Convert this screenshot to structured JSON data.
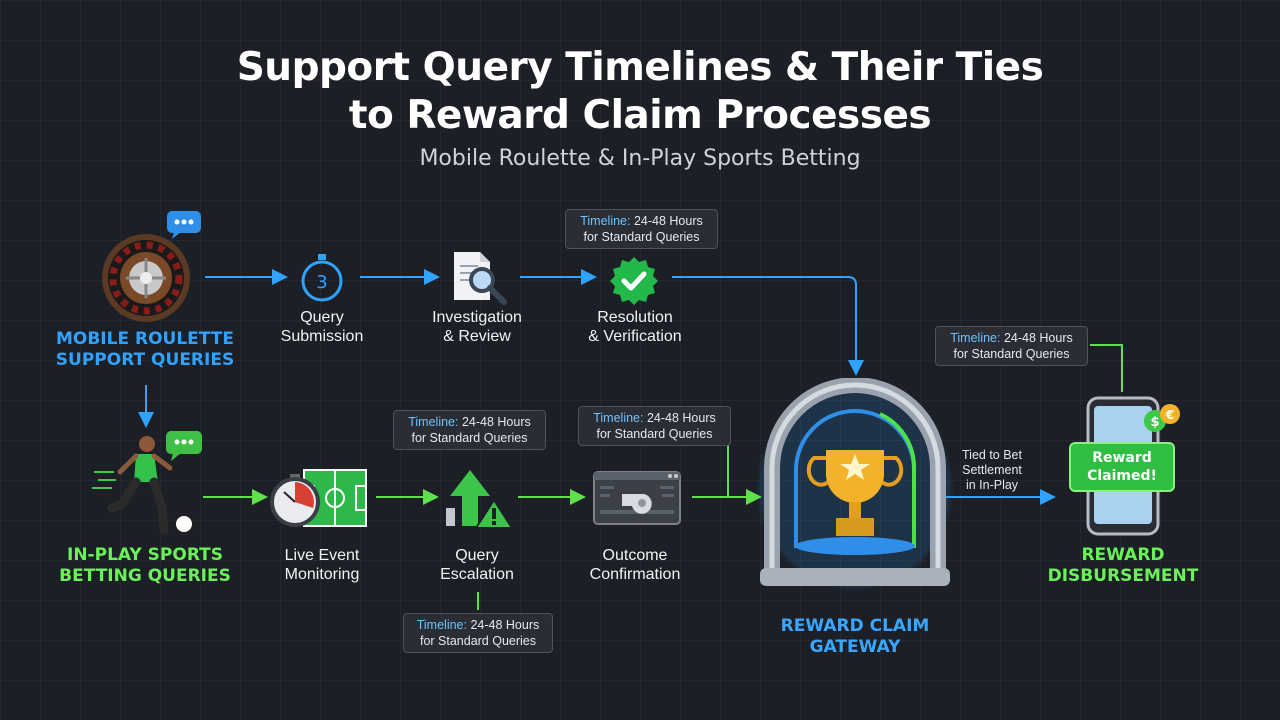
{
  "title_line1": "Support Query Timelines & Their Ties",
  "title_line2": "to Reward Claim Processes",
  "subtitle": "Mobile Roulette & In-Play Sports Betting",
  "roulette": {
    "heading_line1": "MOBILE ROULETTE",
    "heading_line2": "SUPPORT QUERIES",
    "steps": [
      {
        "line1": "Query",
        "line2": "Submission",
        "icon": "stopwatch-icon",
        "icon_text": "3"
      },
      {
        "line1": "Investigation",
        "line2": "& Review",
        "icon": "document-magnifier-icon"
      },
      {
        "line1": "Resolution",
        "line2": "& Verification",
        "icon": "check-badge-icon"
      }
    ]
  },
  "sports": {
    "heading_line1": "IN-PLAY SPORTS",
    "heading_line2": "BETTING QUERIES",
    "steps": [
      {
        "line1": "Live Event",
        "line2": "Monitoring",
        "icon": "stopwatch-field-icon"
      },
      {
        "line1": "Query",
        "line2": "Escalation",
        "icon": "escalation-warning-icon"
      },
      {
        "line1": "Outcome",
        "line2": "Confirmation",
        "icon": "whistle-screen-icon"
      }
    ]
  },
  "timeline_box": {
    "highlight": "Timeline:",
    "rest": " 24-48 Hours",
    "line2": "for Standard Queries"
  },
  "gateway": {
    "line1": "REWARD CLAIM",
    "line2": "GATEWAY",
    "icon": "trophy-icon"
  },
  "tie_note": {
    "line1": "Tied to Bet",
    "line2": "Settlement",
    "line3": "in In-Play"
  },
  "phone_badge": {
    "line1": "Reward",
    "line2": "Claimed!",
    "icon": "coins-icon"
  },
  "disbursement": {
    "line1": "REWARD",
    "line2": "DISBURSEMENT"
  },
  "colors": {
    "blue": "#2fa3ff",
    "green": "#6bf25a",
    "background": "#1c1f25"
  }
}
